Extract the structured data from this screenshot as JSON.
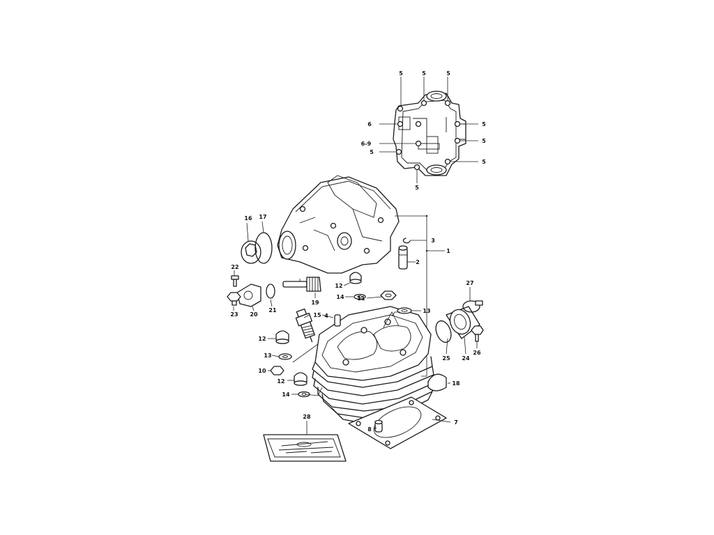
{
  "diagram": {
    "callouts": [
      {
        "id": "c5a",
        "text": "5"
      },
      {
        "id": "c5b",
        "text": "5"
      },
      {
        "id": "c5c",
        "text": "5"
      },
      {
        "id": "c6",
        "text": "6"
      },
      {
        "id": "c69",
        "text": "6-9"
      },
      {
        "id": "c5d",
        "text": "5"
      },
      {
        "id": "c5e",
        "text": "5"
      },
      {
        "id": "c5f",
        "text": "5"
      },
      {
        "id": "c5g",
        "text": "5"
      },
      {
        "id": "c5h",
        "text": "5"
      },
      {
        "id": "c1",
        "text": "1"
      },
      {
        "id": "c2",
        "text": "2"
      },
      {
        "id": "c3",
        "text": "3"
      },
      {
        "id": "c4",
        "text": "4"
      },
      {
        "id": "c7",
        "text": "7"
      },
      {
        "id": "c8",
        "text": "8"
      },
      {
        "id": "c10",
        "text": "10"
      },
      {
        "id": "c11",
        "text": "11"
      },
      {
        "id": "c12a",
        "text": "12"
      },
      {
        "id": "c12b",
        "text": "12"
      },
      {
        "id": "c12c",
        "text": "12"
      },
      {
        "id": "c13a",
        "text": "13"
      },
      {
        "id": "c13b",
        "text": "13"
      },
      {
        "id": "c14a",
        "text": "14"
      },
      {
        "id": "c14b",
        "text": "14"
      },
      {
        "id": "c15",
        "text": "15"
      },
      {
        "id": "c16",
        "text": "16"
      },
      {
        "id": "c17",
        "text": "17"
      },
      {
        "id": "c18",
        "text": "18"
      },
      {
        "id": "c19",
        "text": "19"
      },
      {
        "id": "c20",
        "text": "20"
      },
      {
        "id": "c21",
        "text": "21"
      },
      {
        "id": "c22",
        "text": "22"
      },
      {
        "id": "c23",
        "text": "23"
      },
      {
        "id": "c24",
        "text": "24"
      },
      {
        "id": "c25",
        "text": "25"
      },
      {
        "id": "c26",
        "text": "26"
      },
      {
        "id": "c27",
        "text": "27"
      },
      {
        "id": "c28",
        "text": "28"
      }
    ]
  }
}
